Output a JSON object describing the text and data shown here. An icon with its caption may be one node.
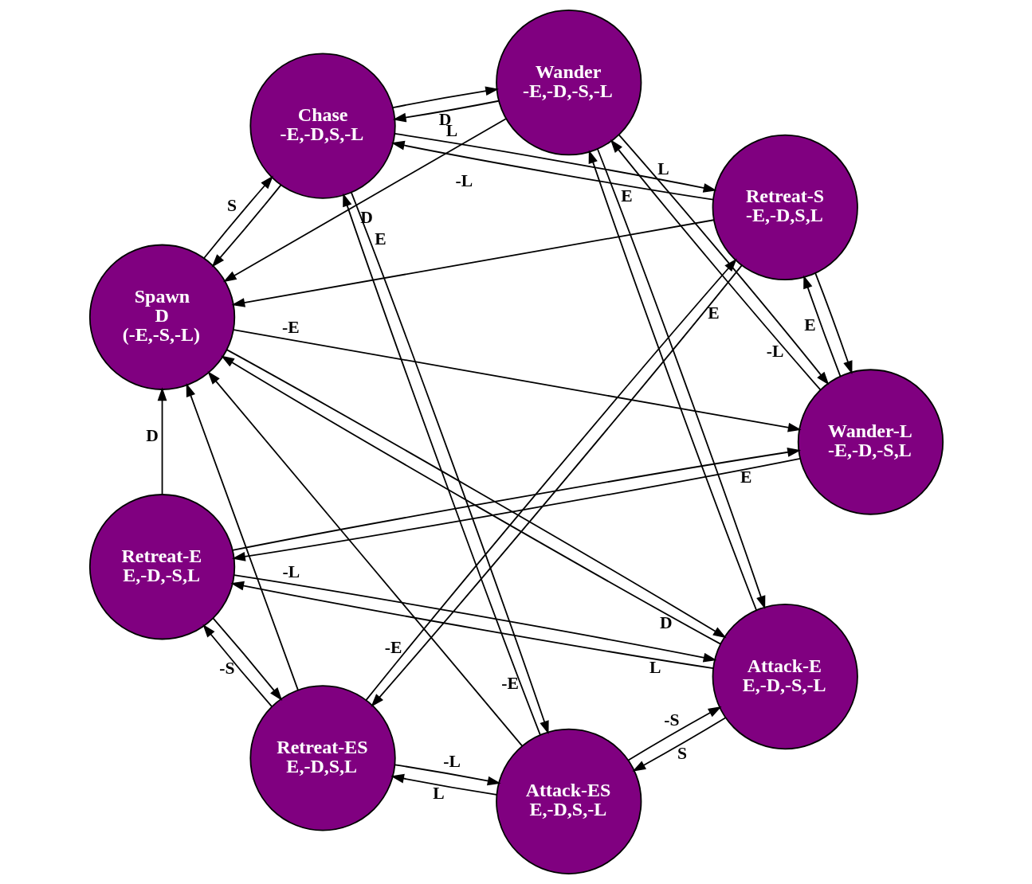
{
  "diagram": {
    "nodes": [
      {
        "text": [
          "Attack-E",
          "E,-D,-S,-L"
        ]
      },
      {
        "text": [
          "Attack-ES",
          "E,-D,S,-L"
        ]
      },
      {
        "text": [
          "Retreat-S",
          "-E,-D,S,L"
        ]
      },
      {
        "text": [
          "Wander-L",
          "-E,-D,-S,L"
        ]
      },
      {
        "text": [
          "Retreat-ES",
          "E,-D,S,L"
        ]
      },
      {
        "text": [
          "Retreat-E",
          "E,-D,-S,L"
        ]
      },
      {
        "text": [
          "Wander",
          "-E,-D,-S,-L"
        ]
      },
      {
        "text": [
          "Chase",
          "-E,-D,S,-L"
        ]
      },
      {
        "text": [
          "Spawn",
          "D",
          "(-E,-S,-L)"
        ]
      }
    ],
    "edges": [
      {
        "from": 0,
        "to": 1,
        "arrow": "to",
        "label": "S"
      },
      {
        "from": 1,
        "to": 0,
        "arrow": "to",
        "label": "-S"
      },
      {
        "from": 0,
        "to": 5,
        "arrow": "to",
        "label": "L"
      },
      {
        "from": 5,
        "to": 0,
        "arrow": "to",
        "label": "-L"
      },
      {
        "from": 1,
        "to": 4,
        "arrow": "to",
        "label": "L"
      },
      {
        "from": 4,
        "to": 1,
        "arrow": "to",
        "label": "-L"
      },
      {
        "from": 3,
        "to": 2,
        "arrow": "to",
        "label": "E"
      },
      {
        "from": 2,
        "to": 3,
        "arrow": "to"
      },
      {
        "from": 6,
        "to": 0,
        "arrow": "to",
        "label": "E"
      },
      {
        "from": 0,
        "to": 6,
        "arrow": "to"
      },
      {
        "from": 3,
        "to": 5,
        "arrow": "to",
        "label": "E"
      },
      {
        "from": 5,
        "to": 3,
        "arrow": "to"
      },
      {
        "from": 6,
        "to": 3,
        "arrow": "to",
        "label": "L"
      },
      {
        "from": 3,
        "to": 6,
        "arrow": "to",
        "label": "-L"
      },
      {
        "from": 8,
        "to": 3,
        "arrow": "to",
        "label": "-E"
      },
      {
        "from": 6,
        "to": 8,
        "arrow": "to",
        "label": "D"
      },
      {
        "from": 0,
        "to": 8,
        "arrow": "to",
        "label": "D"
      },
      {
        "from": 8,
        "to": 0,
        "arrow": "to"
      },
      {
        "from": 1,
        "to": 8,
        "arrow": "to"
      },
      {
        "from": 6,
        "to": 7,
        "arrow": "to",
        "label": "D"
      },
      {
        "from": 7,
        "to": 6,
        "arrow": "to"
      },
      {
        "from": 1,
        "to": 7,
        "arrow": "to",
        "label": "-E"
      },
      {
        "from": 7,
        "to": 1,
        "arrow": "to",
        "label": "E"
      },
      {
        "from": 2,
        "to": 8,
        "arrow": "to"
      },
      {
        "from": 2,
        "to": 7,
        "arrow": "to",
        "label": "-L"
      },
      {
        "from": 7,
        "to": 2,
        "arrow": "to",
        "label": "L"
      },
      {
        "from": 2,
        "to": 4,
        "arrow": "to",
        "label": "E"
      },
      {
        "from": 4,
        "to": 2,
        "arrow": "to",
        "label": "-E"
      },
      {
        "from": 4,
        "to": 5,
        "arrow": "to",
        "label": "-S"
      },
      {
        "from": 5,
        "to": 4,
        "arrow": "to"
      },
      {
        "from": 4,
        "to": 8,
        "arrow": "to"
      },
      {
        "from": 5,
        "to": 8,
        "arrow": "to",
        "label": "D"
      },
      {
        "from": 7,
        "to": 8,
        "arrow": "to"
      },
      {
        "from": 8,
        "to": 7,
        "arrow": "to",
        "label": "S"
      }
    ]
  }
}
